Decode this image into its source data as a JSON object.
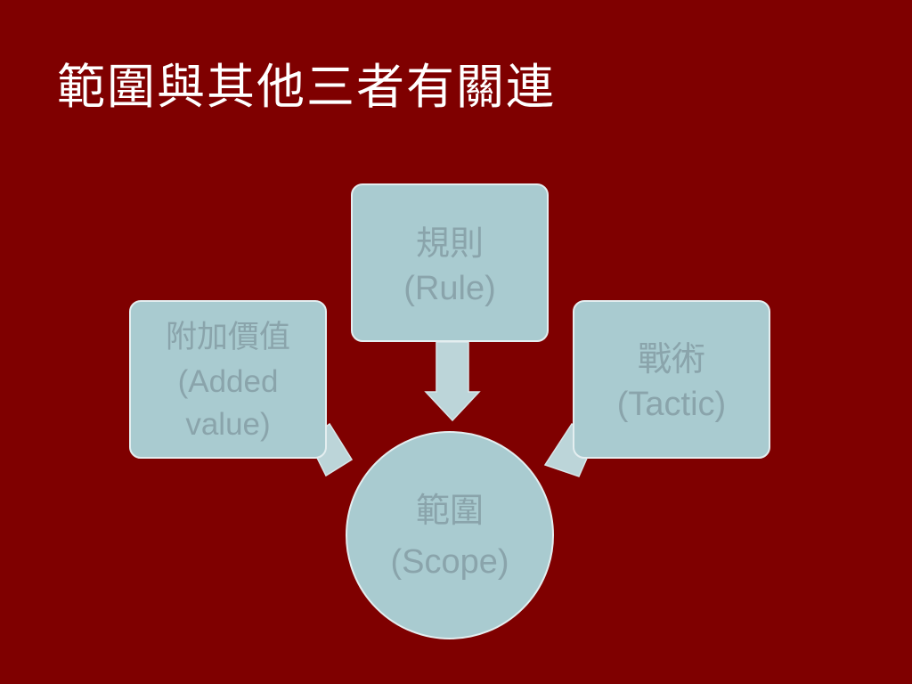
{
  "slide": {
    "title": "範圍與其他三者有關連"
  },
  "diagram": {
    "nodes": {
      "rule": {
        "line1": "規則",
        "line2": "(Rule)"
      },
      "added_value": {
        "line1": "附加價值",
        "line2": "(Added",
        "line3": "value)"
      },
      "tactic": {
        "line1": "戰術",
        "line2": "(Tactic)"
      },
      "scope": {
        "line1": "範圍",
        "line2": "(Scope)"
      }
    }
  },
  "colors": {
    "background": "#7f0000",
    "node_fill": "#a9cbd0",
    "node_text": "#8aa4ab",
    "arrow_fill": "#bcd5d9",
    "title_text": "#ffffff"
  }
}
